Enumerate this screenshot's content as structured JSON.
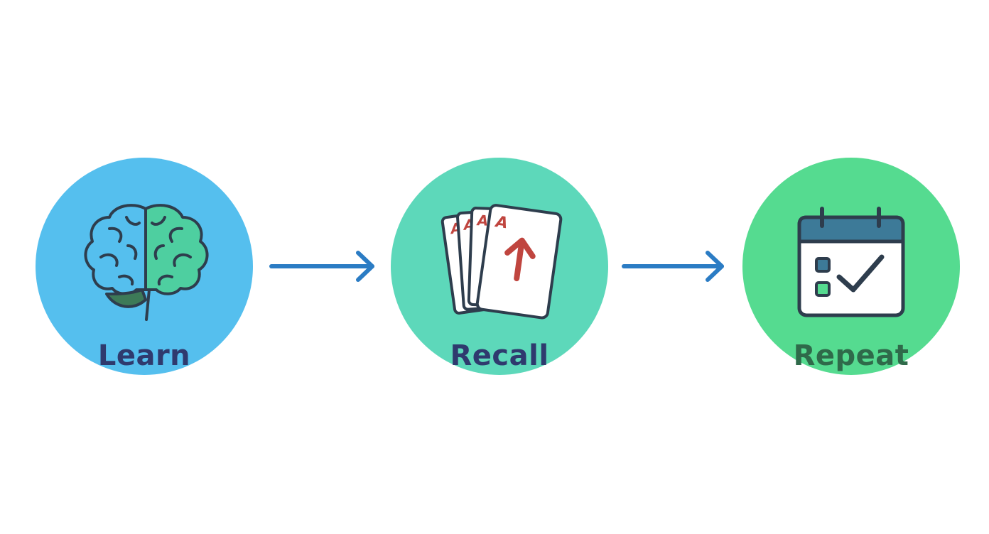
{
  "steps": [
    {
      "label": "Learn",
      "icon": "brain-icon",
      "circle_color": "#55bfee",
      "label_color": "#2f3a6e"
    },
    {
      "label": "Recall",
      "icon": "flashcards-icon",
      "circle_color": "#5dd8ba",
      "label_color": "#2f3a6e"
    },
    {
      "label": "Repeat",
      "icon": "calendar-check-icon",
      "circle_color": "#55db90",
      "label_color": "#2f6a4a"
    }
  ],
  "connectors": [
    {
      "icon": "arrow-right-icon",
      "color": "#2b7cc4"
    },
    {
      "icon": "arrow-right-icon",
      "color": "#2b7cc4"
    }
  ],
  "palette": {
    "outline": "#2e3d4d",
    "card_letter": "#c0453f",
    "brain_green": "#4ecfa0",
    "brain_leaf": "#3d7a58",
    "calendar_header": "#3d7a98"
  }
}
